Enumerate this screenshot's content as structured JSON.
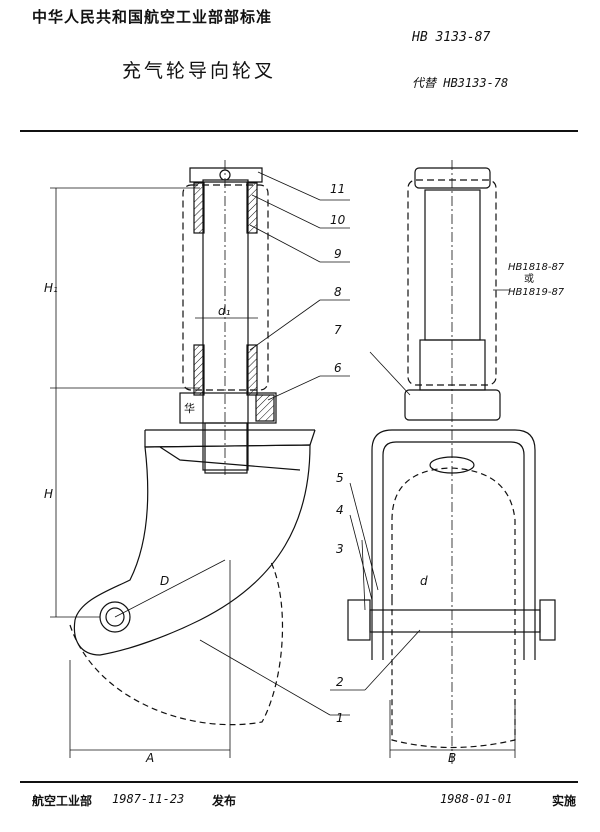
{
  "header": {
    "organization": "中华人民共和国航空工业部部标准",
    "standard_no": "HB 3133-87",
    "title": "充气轮导向轮叉",
    "replaces": "代替 HB3133-78"
  },
  "drawing": {
    "callouts": [
      "11",
      "10",
      "9",
      "8",
      "7",
      "6",
      "5",
      "4",
      "3",
      "2",
      "1"
    ],
    "dimensions": {
      "H1": "H₁",
      "H": "H",
      "d1": "d₁",
      "D": "D",
      "d": "d",
      "A": "A",
      "B": "B"
    },
    "part_note_1": "HB1818-87",
    "part_note_or": "或",
    "part_note_2": "HB1819-87",
    "nut_marker": "华"
  },
  "footer": {
    "issuer": "航空工业部",
    "issue_date": "1987-11-23",
    "issue_label": "发布",
    "effective_date": "1988-01-01",
    "effective_label": "实施"
  }
}
